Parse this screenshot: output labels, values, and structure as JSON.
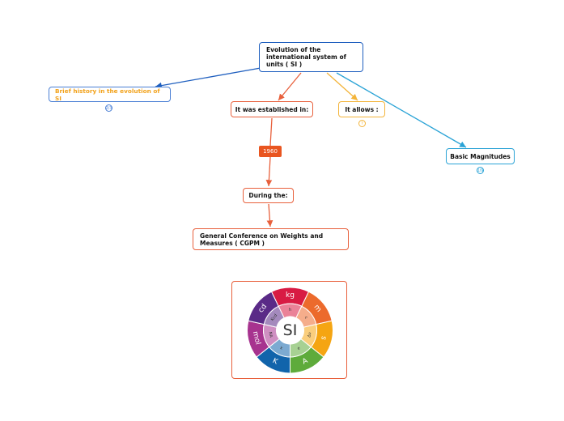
{
  "nodes": {
    "root": "Evolution of the international system of units ( SI )",
    "history": "Brief history in the evolution of SI",
    "established": "It was established in:",
    "allows": "It allows :",
    "basic": "Basic Magnitudes",
    "during": "During the:",
    "conference": "General Conference on Weights and Measures ( CGPM )"
  },
  "relationship_label": "1960",
  "counters": {
    "history": "2/3",
    "allows": "?",
    "basic": "1/9"
  },
  "si_logo": {
    "center": "SI",
    "outer_units": [
      "kg",
      "m",
      "s",
      "A",
      "K",
      "mol",
      "cd"
    ],
    "inner_constants": [
      "h",
      "c",
      "Δν",
      "e",
      "k",
      "N_A",
      "K_cd"
    ],
    "colors": [
      "#d81b43",
      "#ec6a2c",
      "#f5a512",
      "#5eab3b",
      "#1164ab",
      "#a7338f",
      "#5a2a87"
    ]
  }
}
